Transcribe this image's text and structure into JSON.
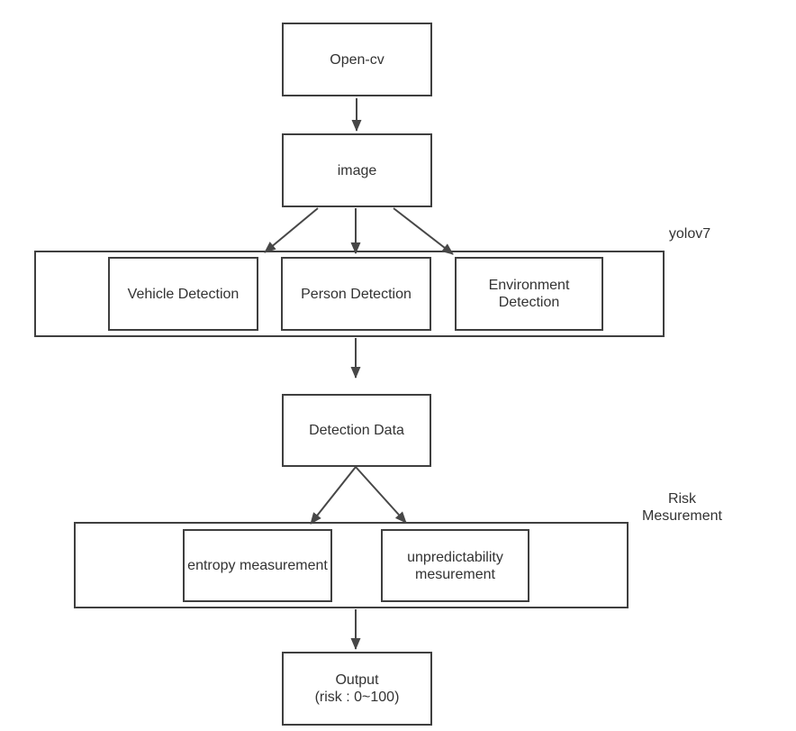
{
  "nodes": {
    "opencv": "Open-cv",
    "image": "image",
    "vehicle": "Vehicle Detection",
    "person": "Person Detection",
    "environment": "Environment\nDetection",
    "detection_data": "Detection Data",
    "entropy": "entropy measurement",
    "unpredictability": "unpredictability\nmesurement",
    "output": "Output\n(risk : 0~100)"
  },
  "annotations": {
    "yolo": "yolov7",
    "risk": "Risk\nMesurement"
  },
  "colors": {
    "background": "#ffffff",
    "node_fill": "#ffffff",
    "border": "#3f3f3f",
    "arrow": "#474747",
    "text": "#333333"
  }
}
